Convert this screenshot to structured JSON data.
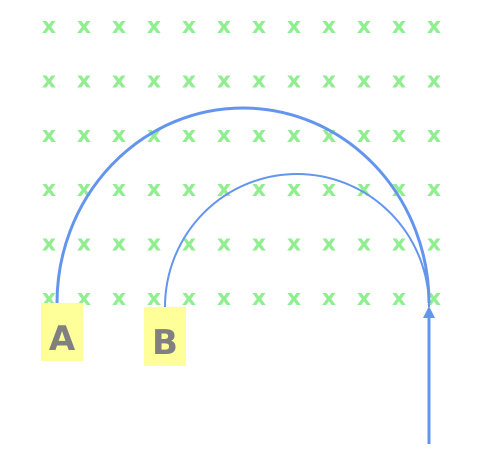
{
  "grid": {
    "rows": 6,
    "cols": 12,
    "mark": "x",
    "color": "#90ee90"
  },
  "labels": {
    "a": {
      "text": "A"
    },
    "b": {
      "text": "B"
    },
    "box_color": "#ffff99",
    "text_color": "#808080"
  },
  "arcs": {
    "color": "#6495ed"
  }
}
